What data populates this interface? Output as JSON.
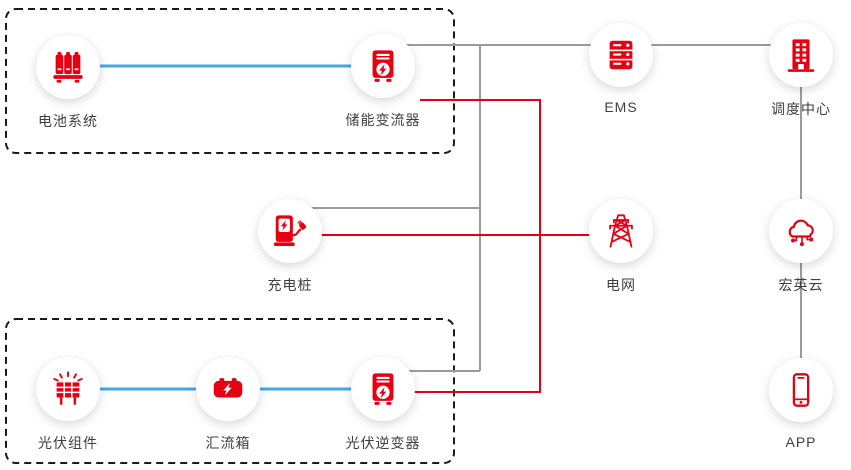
{
  "diagram": {
    "nodes": {
      "battery_system": {
        "label": "电池系统",
        "icon": "battery-cabinet-icon"
      },
      "storage_converter": {
        "label": "储能变流器",
        "icon": "converter-icon"
      },
      "charging_pile": {
        "label": "充电桩",
        "icon": "ev-charger-icon"
      },
      "pv_module": {
        "label": "光伏组件",
        "icon": "solar-panel-icon"
      },
      "combiner_box": {
        "label": "汇流箱",
        "icon": "combiner-box-icon"
      },
      "pv_inverter": {
        "label": "光伏逆变器",
        "icon": "inverter-icon"
      },
      "ems": {
        "label": "EMS",
        "icon": "server-icon"
      },
      "dispatch_center": {
        "label": "调度中心",
        "icon": "building-icon"
      },
      "grid": {
        "label": "电网",
        "icon": "transmission-tower-icon"
      },
      "cloud": {
        "label": "宏英云",
        "icon": "cloud-network-icon"
      },
      "app": {
        "label": "APP",
        "icon": "smartphone-icon"
      }
    },
    "connections": [
      {
        "from": "battery_system",
        "to": "storage_converter",
        "color": "blue"
      },
      {
        "from": "pv_module",
        "to": "combiner_box",
        "color": "blue"
      },
      {
        "from": "combiner_box",
        "to": "pv_inverter",
        "color": "blue"
      },
      {
        "from": "storage_converter",
        "to": "ems",
        "color": "gray"
      },
      {
        "from": "charging_pile",
        "to": "ems",
        "color": "gray"
      },
      {
        "from": "pv_inverter",
        "to": "ems",
        "color": "gray"
      },
      {
        "from": "ems",
        "to": "dispatch_center",
        "color": "gray"
      },
      {
        "from": "dispatch_center",
        "to": "cloud",
        "color": "gray"
      },
      {
        "from": "cloud",
        "to": "app",
        "color": "gray"
      },
      {
        "from": "storage_converter",
        "to": "grid",
        "color": "red"
      },
      {
        "from": "charging_pile",
        "to": "grid",
        "color": "red"
      },
      {
        "from": "pv_inverter",
        "to": "grid",
        "color": "red"
      }
    ],
    "colors": {
      "accent_red": "#e60012",
      "line_blue": "#44a8e8",
      "line_gray": "#9b9b9b",
      "label_text": "#3f3f3f",
      "box_border": "#1a1a1a"
    }
  }
}
